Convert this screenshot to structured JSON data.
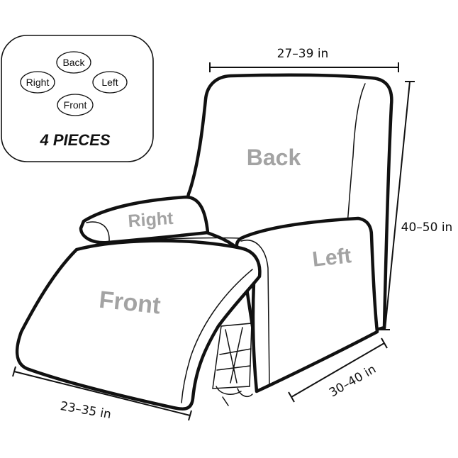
{
  "legend": {
    "pieces": [
      {
        "id": "back",
        "label": "Back"
      },
      {
        "id": "right",
        "label": "Right"
      },
      {
        "id": "left",
        "label": "Left"
      },
      {
        "id": "front",
        "label": "Front"
      }
    ],
    "title": "4 PIECES"
  },
  "chair_labels": {
    "back": "Back",
    "right": "Right",
    "left": "Left",
    "front": "Front"
  },
  "dimensions": {
    "width": "27–39 in",
    "height": "40–50 in",
    "depth": "30–40 in",
    "footrest_width": "23–35 in"
  },
  "colors": {
    "outline": "#111111",
    "label_gray": "#a3a3a3"
  }
}
